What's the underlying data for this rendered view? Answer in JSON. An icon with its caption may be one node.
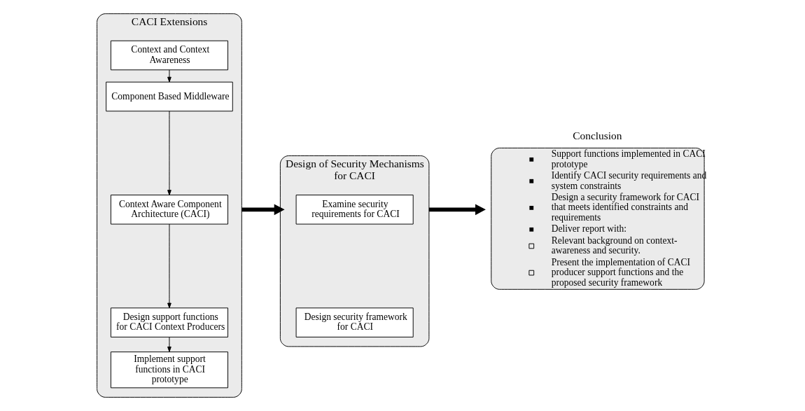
{
  "diagram": {
    "nodes": [
      {
        "text": [
          "CACI Extensions"
        ]
      },
      {
        "text": [
          "Context and Context Awareness"
        ],
        "in": 0
      },
      {
        "text": [
          "Component Based Middleware"
        ],
        "in": 0
      },
      {
        "text": [
          "Context Aware Component Architecture (CACI)"
        ],
        "in": 0
      },
      {
        "text": [
          "Design support functions for CACI Context Producers"
        ],
        "in": 0
      },
      {
        "text": [
          "Implement support functions in CACI prototype"
        ],
        "in": 0
      },
      {
        "text": [
          "Design of Security Mechanisms for CACI"
        ]
      },
      {
        "text": [
          "Examine security requirements for CACI"
        ],
        "in": 6
      },
      {
        "text": [
          "Design security framework for CACI"
        ],
        "in": 6
      },
      {
        "text": [
          "Conclusion",
          "Support functions implemented in CACI prototype",
          "Identify CACI security requirements and system constraints",
          "Design a security framework for CACI that meets identified constraints and requirements",
          "Deliver report with:",
          "Relevant background on context-awareness and security.",
          "Present the implementation of CACI producer support functions and the proposed security framework"
        ]
      }
    ],
    "edges": [
      {
        "from": 1,
        "to": 2,
        "arrow": "to"
      },
      {
        "from": 2,
        "to": 3,
        "arrow": "to"
      },
      {
        "from": 3,
        "to": 4,
        "arrow": "to"
      },
      {
        "from": 4,
        "to": 5,
        "arrow": "to"
      },
      {
        "from": 0,
        "to": 6,
        "arrow": "to",
        "style": "thick"
      },
      {
        "from": 6,
        "to": 9,
        "arrow": "to",
        "style": "thick"
      }
    ]
  }
}
